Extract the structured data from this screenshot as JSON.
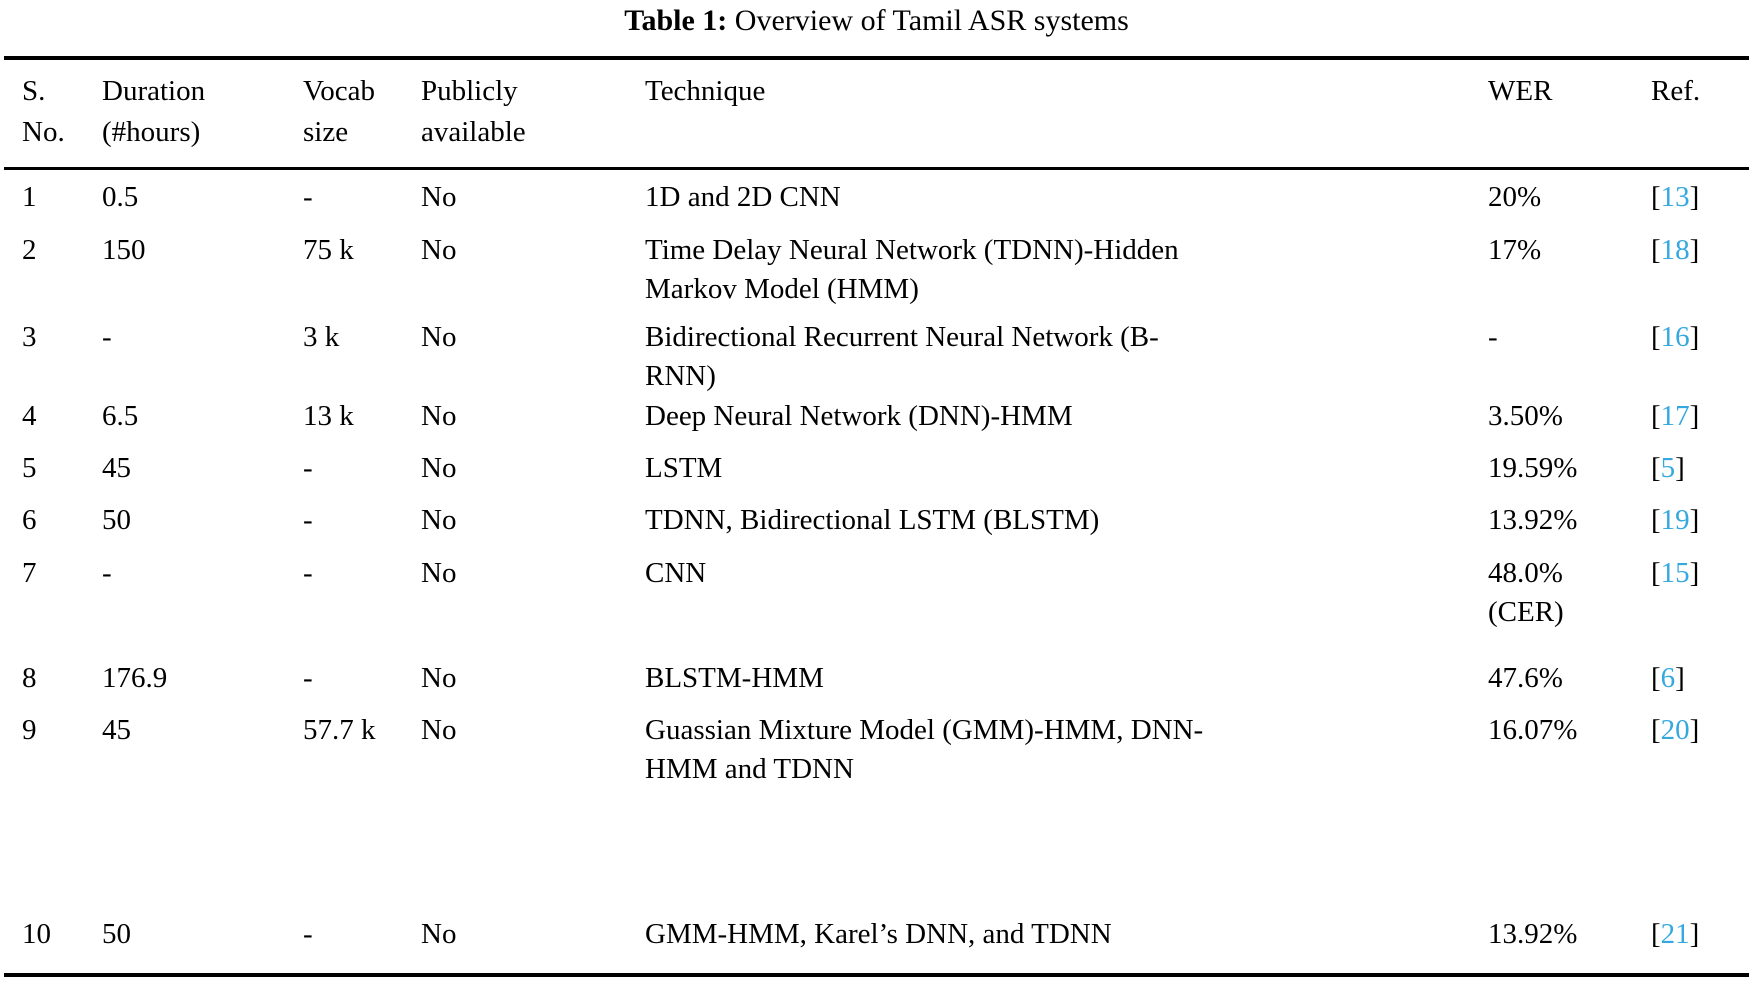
{
  "caption": {
    "label": "Table 1:",
    "text": "Overview of Tamil ASR systems"
  },
  "colors": {
    "text": "#000000",
    "reference_link": "#35a8e0",
    "rule": "#000000",
    "background": "#ffffff"
  },
  "columns": [
    {
      "key": "sno",
      "header_line1": "S.",
      "header_line2": "No."
    },
    {
      "key": "dur",
      "header_line1": "Duration",
      "header_line2": "(#hours)"
    },
    {
      "key": "vocab",
      "header_line1": "Vocab",
      "header_line2": "size"
    },
    {
      "key": "pub",
      "header_line1": "Publicly",
      "header_line2": "available"
    },
    {
      "key": "tech",
      "header_line1": "Technique",
      "header_line2": ""
    },
    {
      "key": "wer",
      "header_line1": "WER",
      "header_line2": ""
    },
    {
      "key": "ref",
      "header_line1": "Ref.",
      "header_line2": ""
    }
  ],
  "rows": [
    {
      "sno": "1",
      "dur": "0.5",
      "vocab": "-",
      "pub": "No",
      "tech_lines": [
        "1D and 2D CNN"
      ],
      "wer_lines": [
        "20%"
      ],
      "ref_open": "[",
      "ref_num": "13",
      "ref_close": "]"
    },
    {
      "sno": "2",
      "dur": "150",
      "vocab": "75 k",
      "pub": "No",
      "tech_lines": [
        "Time Delay Neural Network (TDNN)-Hidden",
        "Markov Model (HMM)"
      ],
      "wer_lines": [
        "17%"
      ],
      "ref_open": "[",
      "ref_num": "18",
      "ref_close": "]"
    },
    {
      "sno": "3",
      "dur": "-",
      "vocab": "3 k",
      "pub": "No",
      "tech_lines": [
        "Bidirectional Recurrent Neural Network (B-",
        "RNN)"
      ],
      "wer_lines": [
        "-"
      ],
      "ref_open": "[",
      "ref_num": "16",
      "ref_close": "]"
    },
    {
      "sno": "4",
      "dur": "6.5",
      "vocab": "13 k",
      "pub": "No",
      "tech_lines": [
        "Deep Neural Network (DNN)-HMM"
      ],
      "wer_lines": [
        "3.50%"
      ],
      "ref_open": "[",
      "ref_num": "17",
      "ref_close": "]"
    },
    {
      "sno": "5",
      "dur": "45",
      "vocab": "-",
      "pub": "No",
      "tech_lines": [
        "LSTM"
      ],
      "wer_lines": [
        "19.59%"
      ],
      "ref_open": "[",
      "ref_num": "5",
      "ref_close": "]"
    },
    {
      "sno": "6",
      "dur": "50",
      "vocab": "-",
      "pub": "No",
      "tech_lines": [
        "TDNN, Bidirectional LSTM (BLSTM)"
      ],
      "wer_lines": [
        "13.92%"
      ],
      "ref_open": "[",
      "ref_num": "19",
      "ref_close": "]"
    },
    {
      "sno": "7",
      "dur": "-",
      "vocab": "-",
      "pub": "No",
      "tech_lines": [
        "CNN"
      ],
      "wer_lines": [
        "48.0%",
        "(CER)"
      ],
      "ref_open": "[",
      "ref_num": "15",
      "ref_close": "]"
    },
    {
      "sno": "8",
      "dur": "176.9",
      "vocab": "-",
      "pub": "No",
      "tech_lines": [
        "BLSTM-HMM"
      ],
      "wer_lines": [
        "47.6%"
      ],
      "ref_open": "[",
      "ref_num": "6",
      "ref_close": "]"
    },
    {
      "sno": "9",
      "dur": "45",
      "vocab": "57.7 k",
      "pub": "No",
      "tech_lines": [
        "Guassian Mixture Model (GMM)-HMM, DNN-",
        "HMM and TDNN"
      ],
      "wer_lines": [
        "16.07%"
      ],
      "ref_open": "[",
      "ref_num": "20",
      "ref_close": "]"
    },
    {
      "sno": "10",
      "dur": "50",
      "vocab": "-",
      "pub": "No",
      "tech_lines": [
        "GMM-HMM, Karel’s DNN, and TDNN"
      ],
      "wer_lines": [
        "13.92%"
      ],
      "ref_open": "[",
      "ref_num": "21",
      "ref_close": "]"
    }
  ]
}
